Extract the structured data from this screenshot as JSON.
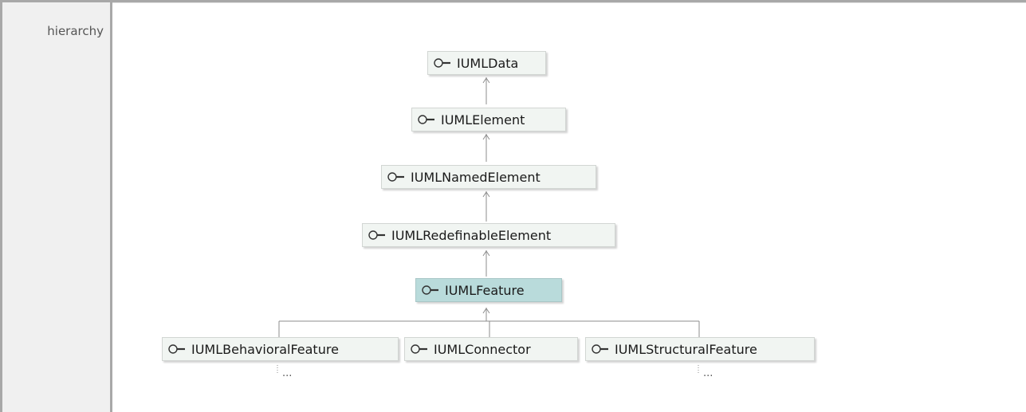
{
  "row_label": "hierarchy",
  "nodes": {
    "data": "IUMLData",
    "element": "IUMLElement",
    "named": "IUMLNamedElement",
    "redefinable": "IUMLRedefinableElement",
    "feature": "IUMLFeature",
    "behavioral": "IUMLBehavioralFeature",
    "connector": "IUMLConnector",
    "structural": "IUMLStructuralFeature"
  },
  "more_indicator": "...",
  "icon": "interface-lollipop-icon",
  "colors": {
    "node_bg": "#f1f5f2",
    "selected_bg": "#b9dbdb",
    "edge": "#8c8c8c"
  }
}
